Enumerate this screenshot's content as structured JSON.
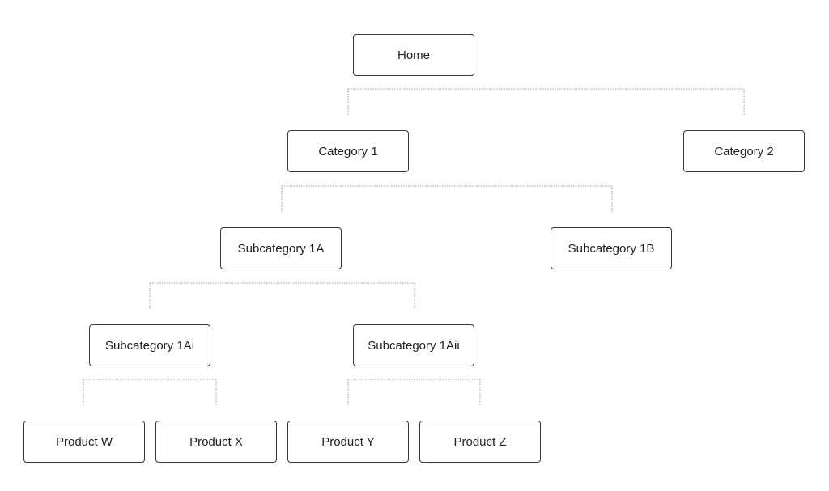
{
  "sitemap": {
    "home": "Home",
    "category_1": "Category 1",
    "category_2": "Category 2",
    "subcategory_1a": "Subcategory 1A",
    "subcategory_1b": "Subcategory 1B",
    "subcategory_1ai": "Subcategory 1Ai",
    "subcategory_1aii": "Subcategory 1Aii",
    "products": [
      "Product W",
      "Product X",
      "Product Y",
      "Product Z"
    ]
  },
  "colors": {
    "node_border": "#3a3a3a",
    "connector": "#9a9a9a",
    "text": "#222222",
    "background": "#ffffff"
  }
}
